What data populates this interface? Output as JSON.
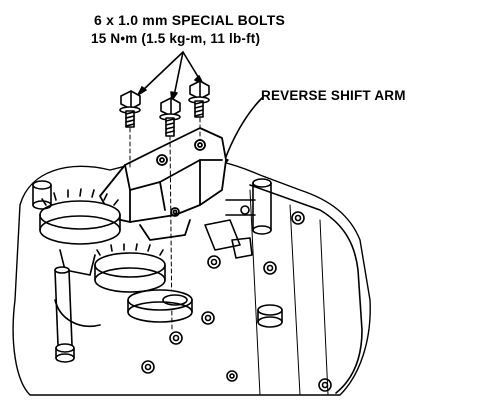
{
  "callouts": {
    "bolts_line1": "6 x 1.0 mm SPECIAL BOLTS",
    "bolts_line2": "15 N•m (1.5 kg-m, 11 lb-ft)",
    "reverse_shift_arm": "REVERSE SHIFT ARM"
  },
  "colors": {
    "ink": "#000000",
    "paper": "#ffffff"
  }
}
